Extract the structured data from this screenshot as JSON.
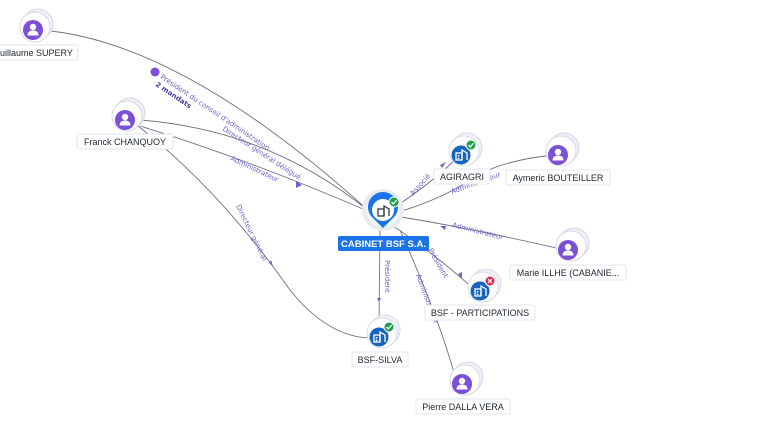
{
  "center": {
    "label": "CABINET BSF S.A.",
    "icon": "company-icon",
    "status": "active"
  },
  "people": [
    {
      "id": "guillaume",
      "label": "uillaume SUPERY",
      "icon": "person-icon"
    },
    {
      "id": "franck",
      "label": "Franck CHANQUOY",
      "icon": "person-icon"
    },
    {
      "id": "aymeric",
      "label": "Aymeric BOUTEILLER",
      "icon": "person-icon"
    },
    {
      "id": "marie",
      "label": "Marie ILLHE (CABANIE...",
      "icon": "person-icon"
    },
    {
      "id": "pierre",
      "label": "Pierre DALLA VERA",
      "icon": "person-icon"
    }
  ],
  "companies": [
    {
      "id": "agiragri",
      "label": "AGIRAGRI",
      "icon": "company-icon",
      "status": "active"
    },
    {
      "id": "bsfpart",
      "label": "BSF - PARTICIPATIONS",
      "icon": "company-icon",
      "status": "closed"
    },
    {
      "id": "bsfsilva",
      "label": "BSF-SILVA",
      "icon": "company-icon",
      "status": "active"
    }
  ],
  "edges": [
    {
      "id": "guillaume-center",
      "label": "Président du conseil d'administration",
      "extra": "2 mandats"
    },
    {
      "id": "franck-center-1",
      "label": "Directeur général délégué"
    },
    {
      "id": "franck-center-2",
      "label": "Administrateur"
    },
    {
      "id": "franck-silva",
      "label": "Directeur général"
    },
    {
      "id": "center-agiragri",
      "label": "Associé"
    },
    {
      "id": "aymeric-agiragri",
      "label": "Administrateur"
    },
    {
      "id": "marie-center",
      "label": "Administrateur"
    },
    {
      "id": "center-bsfpart",
      "label": "Président"
    },
    {
      "id": "center-silva",
      "label": "Président"
    },
    {
      "id": "pierre-center",
      "label": "Administrateur"
    }
  ],
  "colors": {
    "person": "#7b4fd6",
    "company": "#1565c0",
    "center": "#1a73e8",
    "active": "#1e9e4a",
    "closed": "#e0284f",
    "edge_label": "#6b63c9"
  }
}
